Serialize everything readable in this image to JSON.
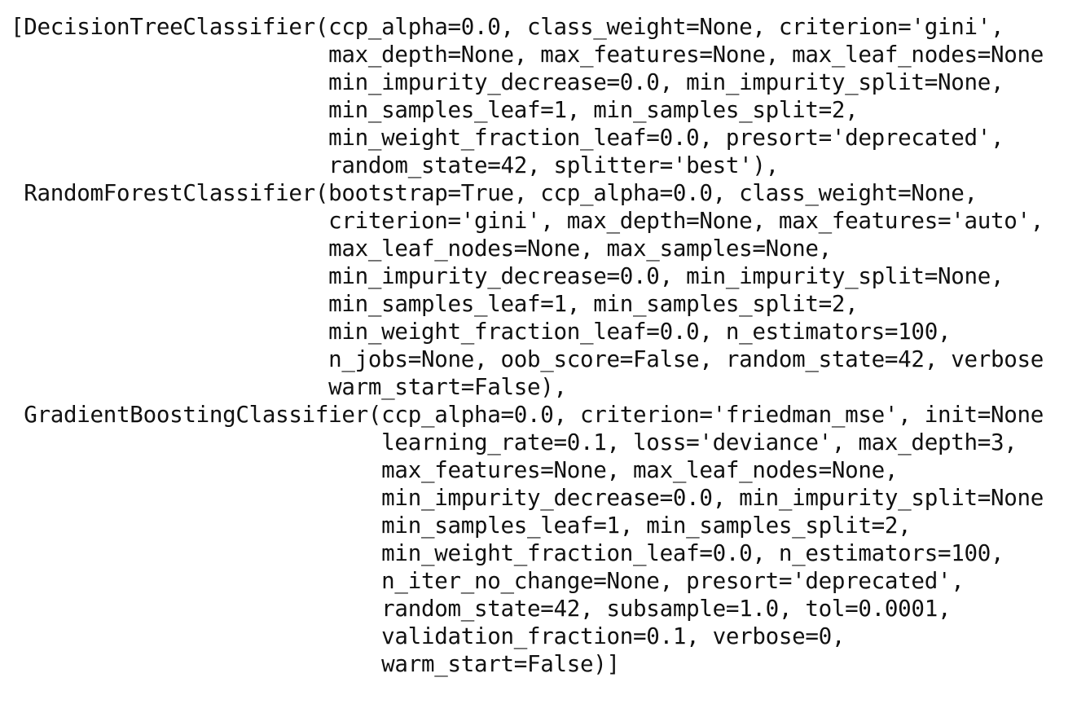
{
  "output": {
    "lines": [
      "[DecisionTreeClassifier(ccp_alpha=0.0, class_weight=None, criterion='gini',",
      "                        max_depth=None, max_features=None, max_leaf_nodes=None",
      "                        min_impurity_decrease=0.0, min_impurity_split=None,",
      "                        min_samples_leaf=1, min_samples_split=2,",
      "                        min_weight_fraction_leaf=0.0, presort='deprecated',",
      "                        random_state=42, splitter='best'),",
      " RandomForestClassifier(bootstrap=True, ccp_alpha=0.0, class_weight=None,",
      "                        criterion='gini', max_depth=None, max_features='auto',",
      "                        max_leaf_nodes=None, max_samples=None,",
      "                        min_impurity_decrease=0.0, min_impurity_split=None,",
      "                        min_samples_leaf=1, min_samples_split=2,",
      "                        min_weight_fraction_leaf=0.0, n_estimators=100,",
      "                        n_jobs=None, oob_score=False, random_state=42, verbose",
      "                        warm_start=False),",
      " GradientBoostingClassifier(ccp_alpha=0.0, criterion='friedman_mse', init=None",
      "                            learning_rate=0.1, loss='deviance', max_depth=3,",
      "                            max_features=None, max_leaf_nodes=None,",
      "                            min_impurity_decrease=0.0, min_impurity_split=None",
      "                            min_samples_leaf=1, min_samples_split=2,",
      "                            min_weight_fraction_leaf=0.0, n_estimators=100,",
      "                            n_iter_no_change=None, presort='deprecated',",
      "                            random_state=42, subsample=1.0, tol=0.0001,",
      "                            validation_fraction=0.1, verbose=0,",
      "                            warm_start=False)]"
    ]
  }
}
